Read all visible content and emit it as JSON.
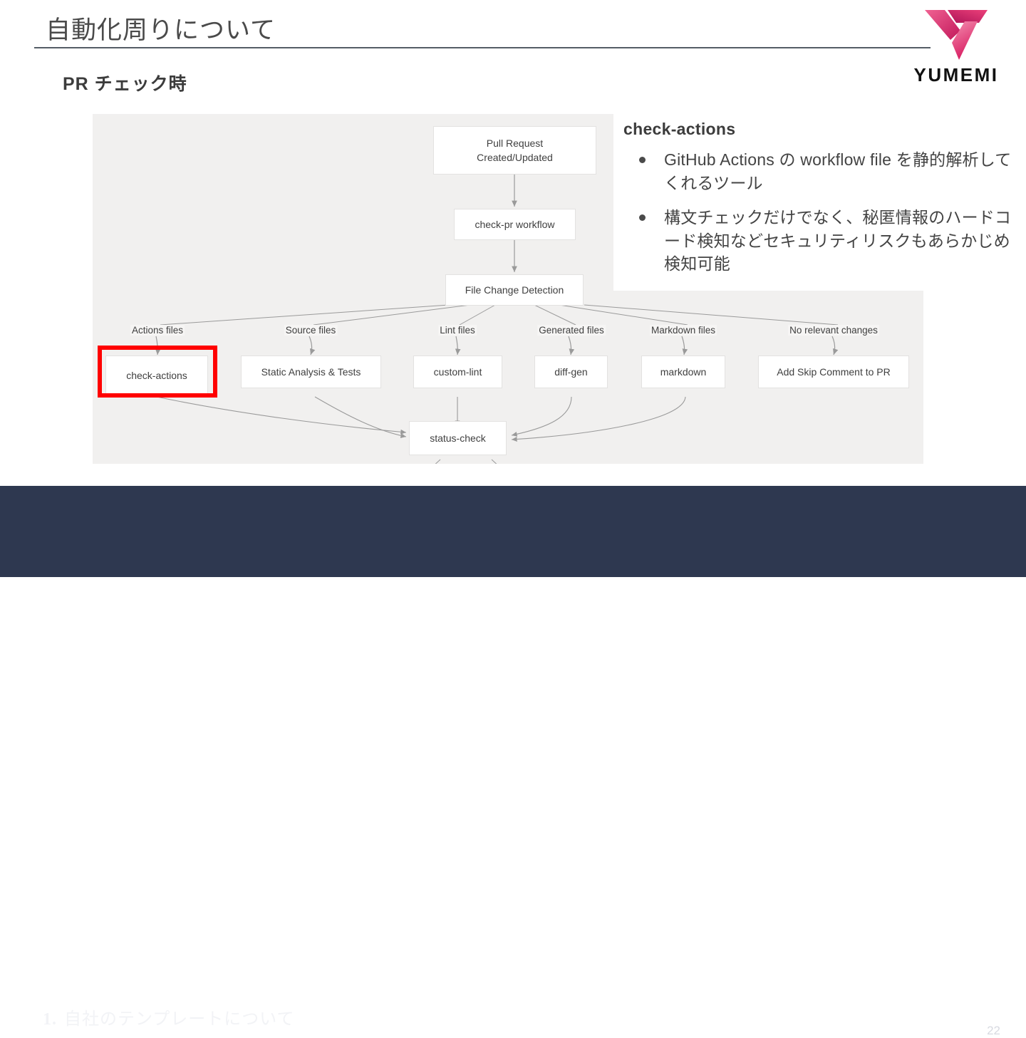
{
  "header": {
    "title": "自動化周りについて",
    "section_label": "PR チェック時",
    "rule_color": "#555d66"
  },
  "logo": {
    "wordmark": "YUMEMI",
    "mark_icon": "yumemi-y-mark-icon",
    "gradient_from": "#e8417f",
    "gradient_to": "#c2185b"
  },
  "callout": {
    "heading": "check-actions",
    "bullets": [
      "GitHub Actions の workflow file を静的解析してくれるツール",
      "構文チェックだけでなく、秘匿情報のハードコード検知などセキュリティリスクもあらかじめ検知可能"
    ]
  },
  "highlight": {
    "target_node": "check-actions",
    "color": "#ff0000"
  },
  "diagram": {
    "background": "#f1f0ef",
    "node_fill": "#ffffff",
    "node_border": "#e3e2e1",
    "edge_color": "#9a9a9a",
    "nodes": [
      {
        "id": "pull-request",
        "label": "Pull Request\nCreated/Updated"
      },
      {
        "id": "check-pr",
        "label": "check-pr workflow"
      },
      {
        "id": "file-change",
        "label": "File Change Detection"
      },
      {
        "id": "check-actions",
        "label": "check-actions"
      },
      {
        "id": "static-analysis",
        "label": "Static Analysis & Tests"
      },
      {
        "id": "custom-lint",
        "label": "custom-lint"
      },
      {
        "id": "diff-gen",
        "label": "diff-gen"
      },
      {
        "id": "markdown",
        "label": "markdown"
      },
      {
        "id": "add-skip",
        "label": "Add Skip Comment to PR"
      },
      {
        "id": "status-check",
        "label": "status-check"
      }
    ],
    "edge_labels": [
      "Actions files",
      "Source files",
      "Lint files",
      "Generated files",
      "Markdown files",
      "No relevant changes"
    ]
  },
  "footer": {
    "index": "1.",
    "text": "自社のテンプレートについて",
    "page_number": "22",
    "background": "#2e3850"
  }
}
